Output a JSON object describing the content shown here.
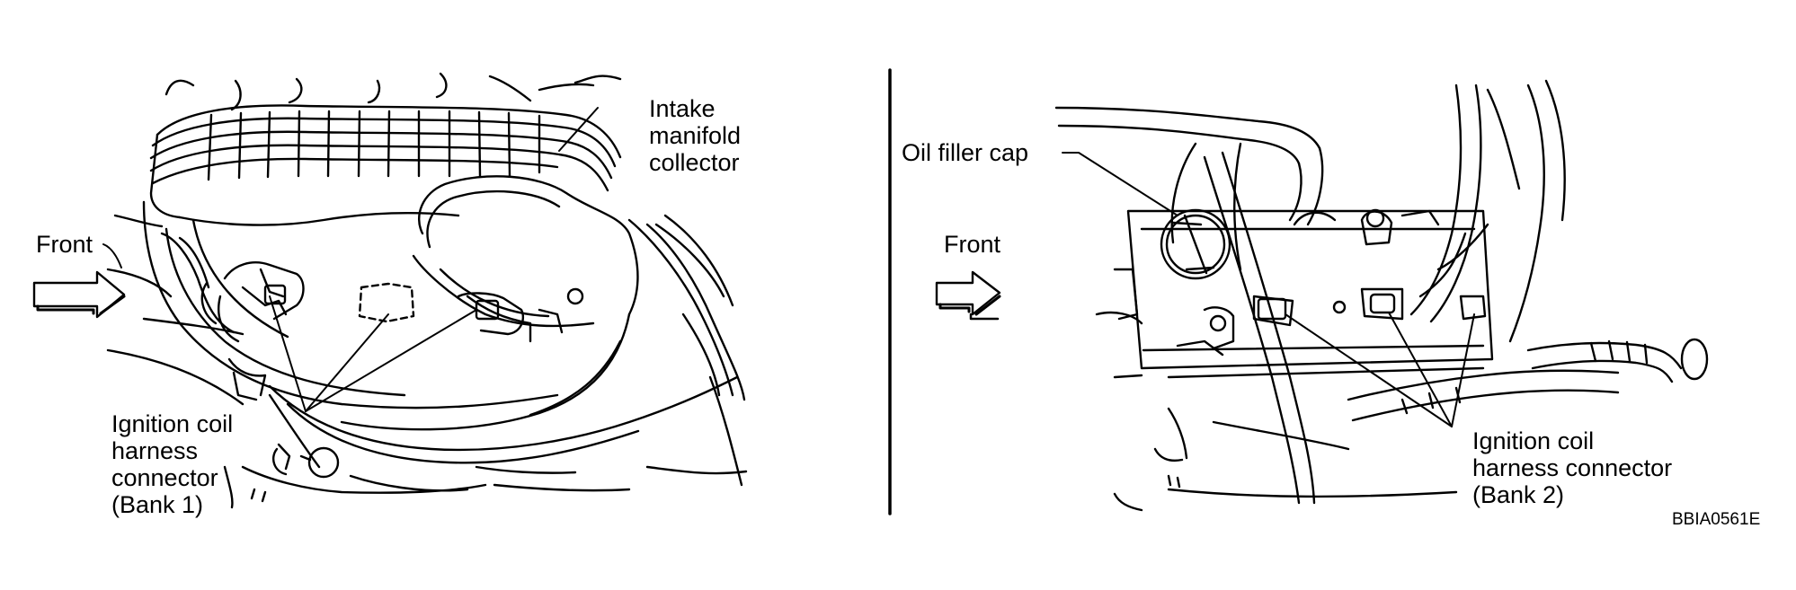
{
  "left_panel": {
    "front_label": "Front",
    "intake_label": [
      "Intake",
      "manifold",
      "collector"
    ],
    "coil_label": [
      "Ignition coil",
      "harness",
      "connector",
      "(Bank 1)"
    ]
  },
  "right_panel": {
    "front_label": "Front",
    "oil_cap_label": "Oil filler cap",
    "coil_label": [
      "Ignition coil",
      "harness connector",
      "(Bank 2)"
    ]
  },
  "figure_code": "BBIA0561E"
}
